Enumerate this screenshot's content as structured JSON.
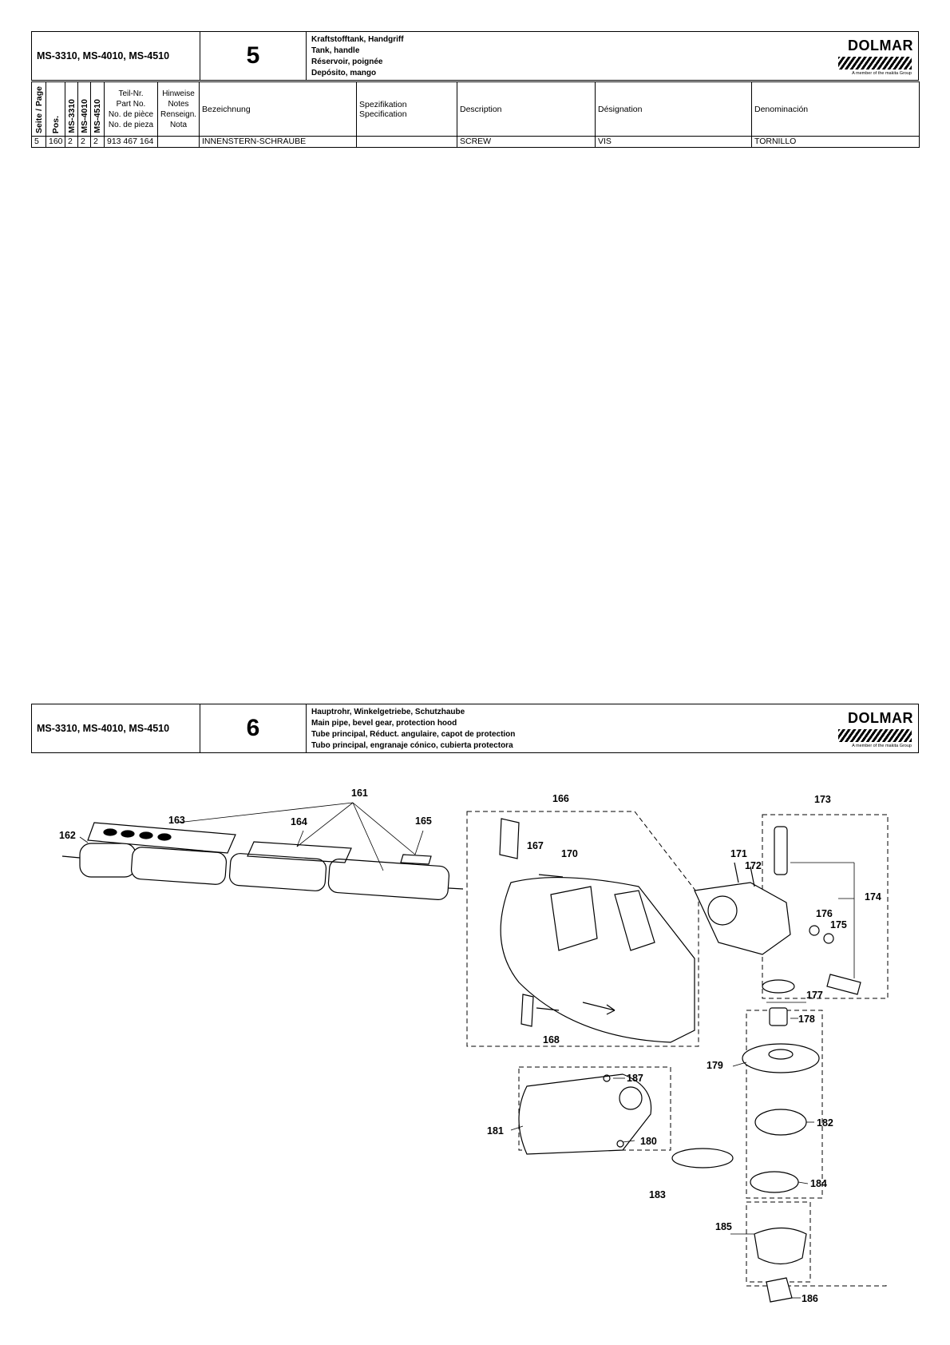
{
  "brand": {
    "name": "DOLMAR",
    "tagline": "A member of the makita Group"
  },
  "section5": {
    "models": "MS-3310, MS-4010, MS-4510",
    "page": "5",
    "titles": [
      "Kraftstofftank, Handgriff",
      "Tank, handle",
      "Réservoir, poignée",
      "Depósito, mango"
    ]
  },
  "table": {
    "headers": {
      "page": "Seite / Page",
      "pos": "Pos.",
      "m1": "MS-3310",
      "m2": "MS-4010",
      "m3": "MS-4510",
      "partno": [
        "Teil-Nr.",
        "Part No.",
        "No. de pièce",
        "No. de pieza"
      ],
      "notes": [
        "Hinweise",
        "Notes",
        "Renseign.",
        "Nota"
      ],
      "bezeichnung": "Bezeichnung",
      "spezifikation": [
        "Spezifikation",
        "Specification"
      ],
      "description": "Description",
      "designation": "Désignation",
      "denominacion": "Denominación"
    },
    "rows": [
      {
        "page": "5",
        "pos": "160",
        "m1": "2",
        "m2": "2",
        "m3": "2",
        "partno": "913 467 164",
        "notes": "",
        "bezeichnung": "INNENSTERN-SCHRAUBE",
        "spec": "",
        "description": "SCREW",
        "designation": "VIS",
        "denominacion": "TORNILLO"
      }
    ]
  },
  "section6": {
    "models": "MS-3310, MS-4010, MS-4510",
    "page": "6",
    "titles": [
      "Hauptrohr, Winkelgetriebe, Schutzhaube",
      "Main pipe, bevel gear, protection hood",
      "Tube principal, Réduct. angulaire, capot de protection",
      "Tubo principal, engranaje cónico, cubierta protectora"
    ]
  },
  "diagram": {
    "callouts": [
      "161",
      "162",
      "163",
      "164",
      "165",
      "166",
      "167",
      "168",
      "170",
      "171",
      "172",
      "173",
      "174",
      "175",
      "176",
      "177",
      "178",
      "179",
      "180",
      "181",
      "182",
      "183",
      "184",
      "185",
      "186",
      "187"
    ]
  }
}
